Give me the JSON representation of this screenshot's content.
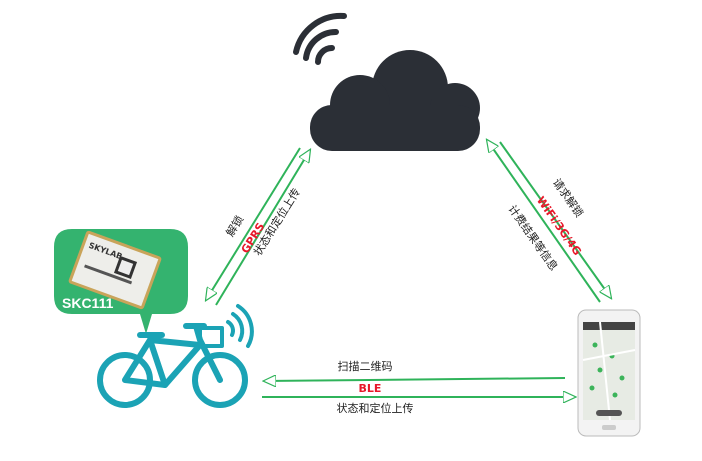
{
  "cloud_link_left": {
    "down_label": "解锁",
    "protocol": "GPRS",
    "up_label": "状态和定位上传"
  },
  "cloud_link_right": {
    "up_label": "请求解锁",
    "protocol": "WiFi/3G/4G",
    "down_label": "计费结果等信息"
  },
  "local_link": {
    "to_bike_label": "扫描二维码",
    "protocol": "BLE",
    "to_phone_label": "状态和定位上传"
  },
  "module": {
    "name": "SKC111",
    "chip_brand": "SKYLAB"
  },
  "colors": {
    "line": "#2fb35a",
    "protocol": "#e8182a",
    "cloud": "#2b2f36",
    "bike": "#1ba3b5",
    "bubble": "#34b36f"
  }
}
